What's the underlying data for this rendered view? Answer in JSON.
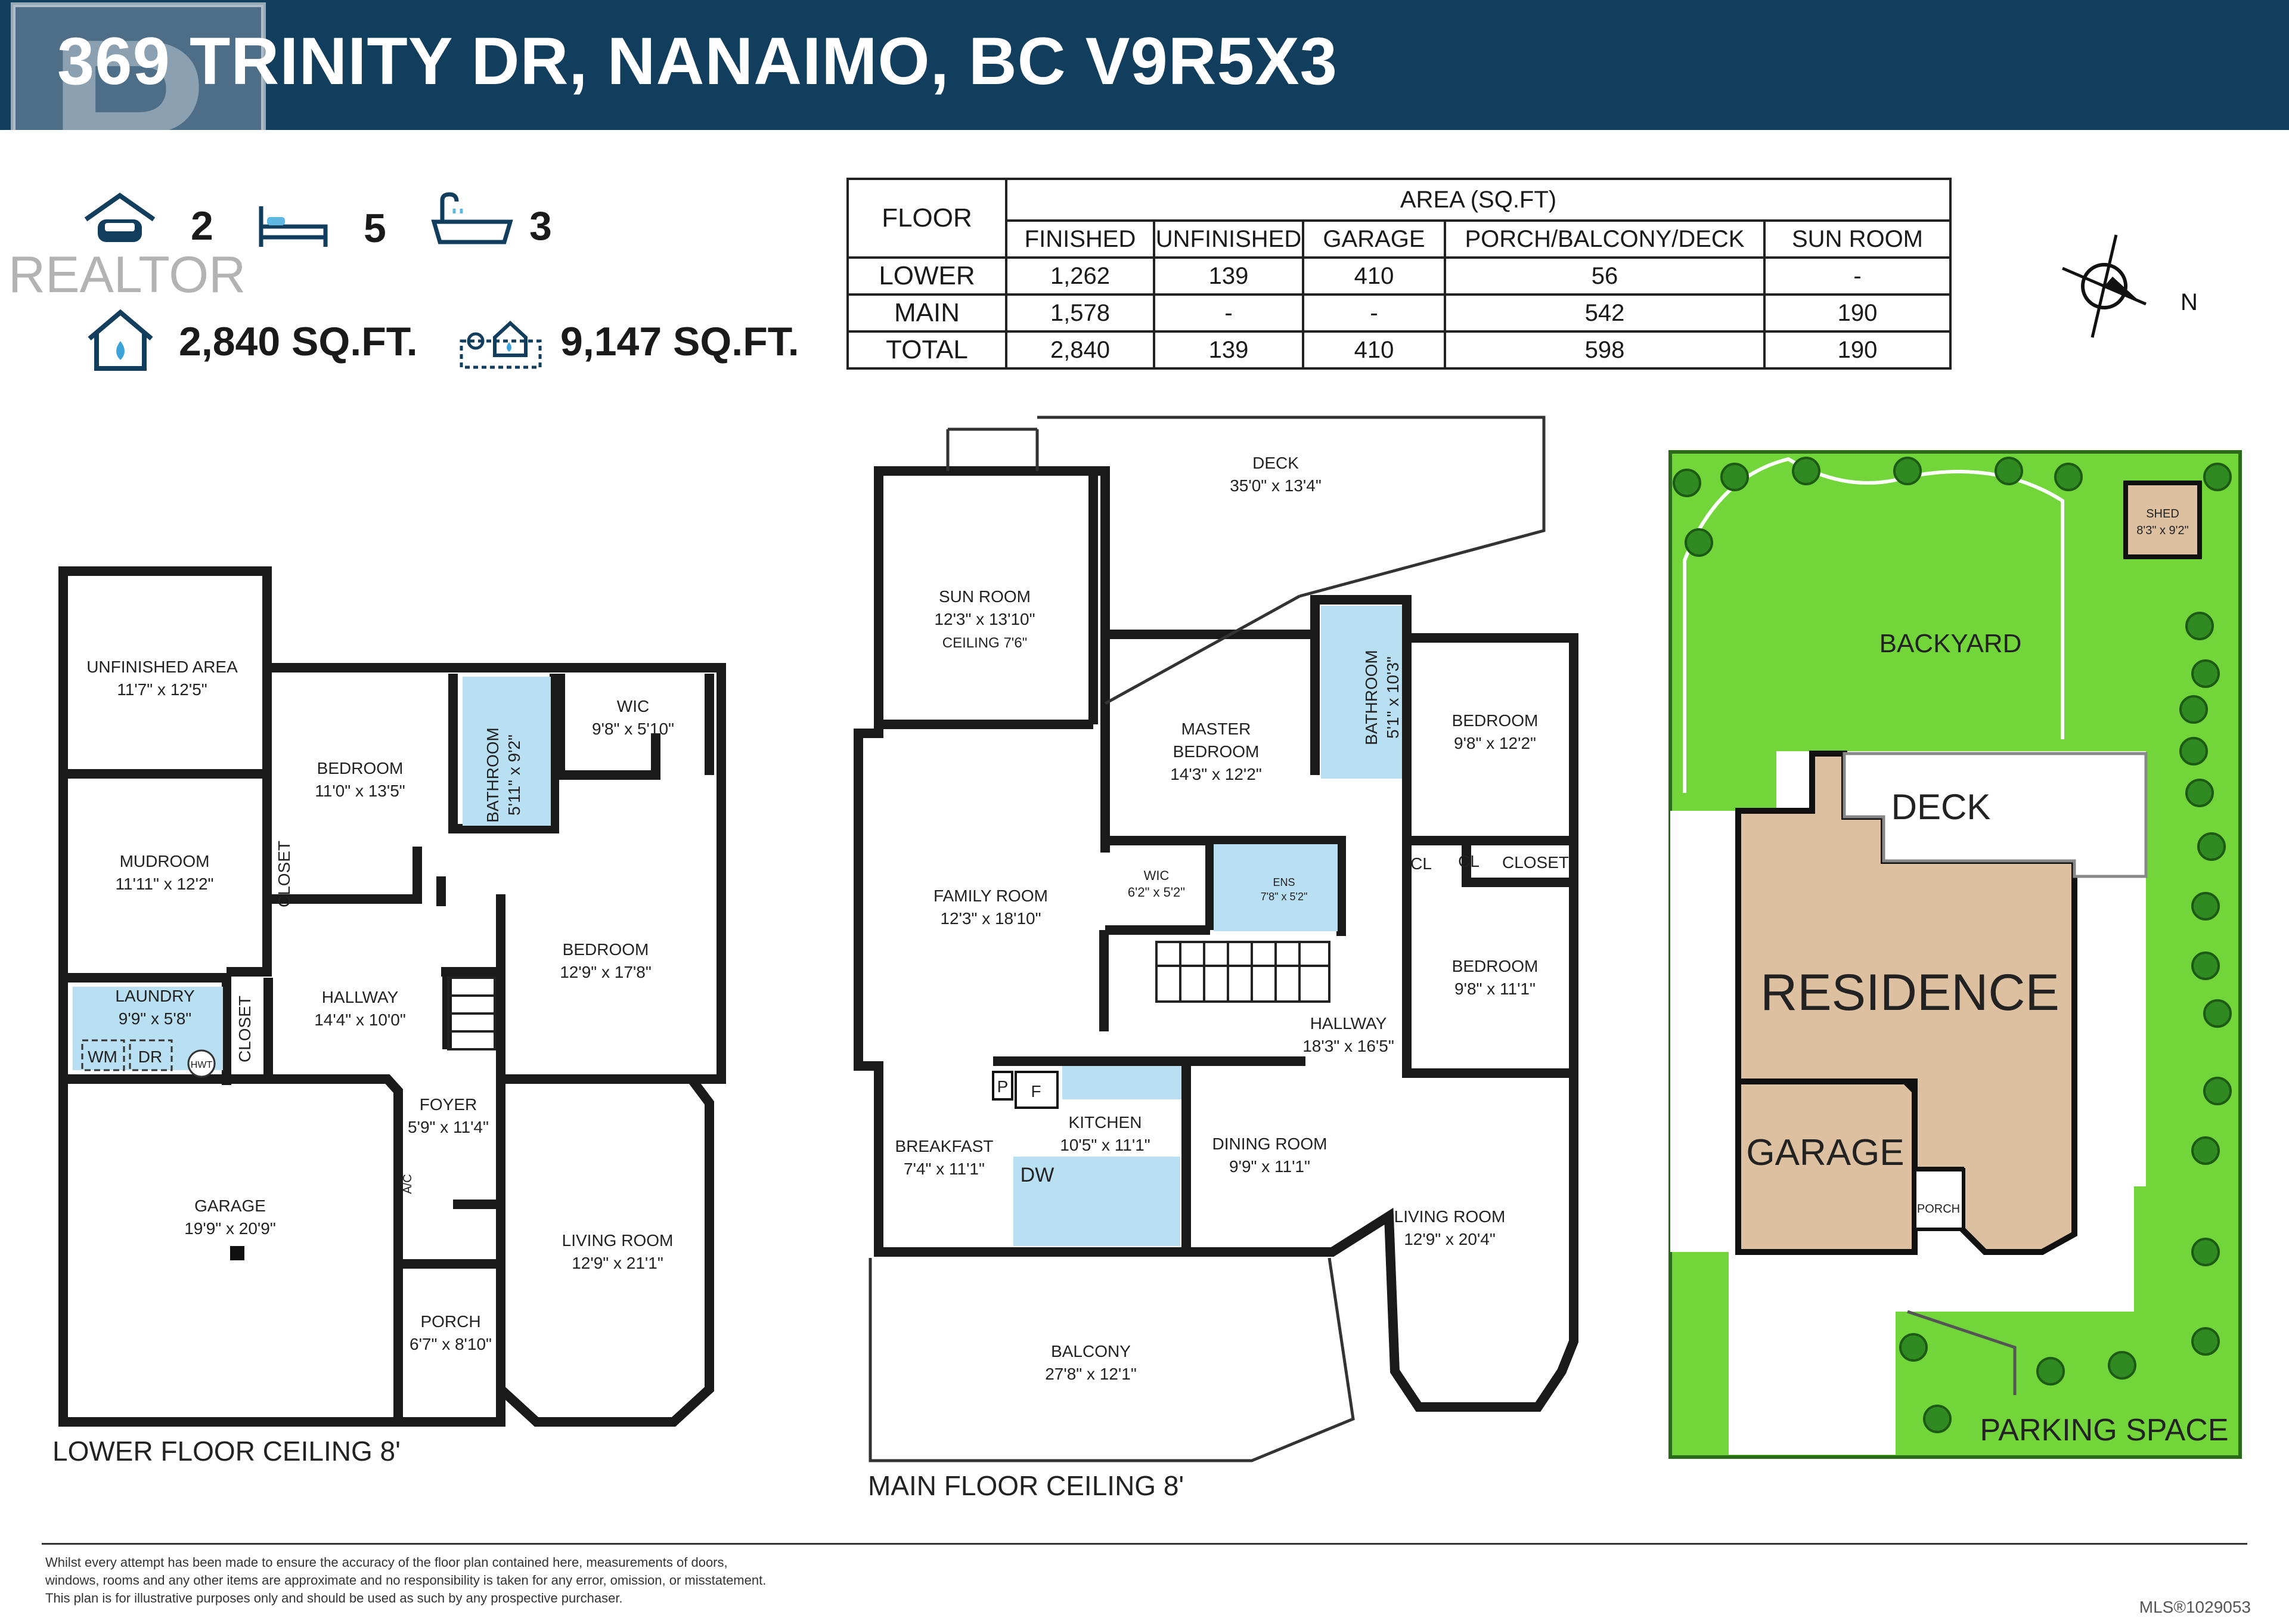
{
  "banner": {
    "title": "369 TRINITY DR, NANAIMO, BC  V9R5X3"
  },
  "logo": {
    "text": "REALTOR",
    "mark": "R"
  },
  "stats": {
    "garage": "2",
    "bedrooms": "5",
    "bathrooms": "3",
    "house_area": "2,840 SQ.FT.",
    "lot_area": "9,147 SQ.FT."
  },
  "icons": [
    "garage-icon",
    "bed-icon",
    "bathtub-icon",
    "house-icon",
    "lot-icon",
    "compass-icon"
  ],
  "table": {
    "floor_header": "FLOOR",
    "area_header": "AREA (SQ.FT)",
    "columns": [
      "FINISHED",
      "UNFINISHED",
      "GARAGE",
      "PORCH/BALCONY/DECK",
      "SUN ROOM"
    ],
    "rows": [
      {
        "floor": "LOWER",
        "cells": [
          "1,262",
          "139",
          "410",
          "56",
          "-"
        ]
      },
      {
        "floor": "MAIN",
        "cells": [
          "1,578",
          "-",
          "-",
          "542",
          "190"
        ]
      },
      {
        "floor": "TOTAL",
        "cells": [
          "2,840",
          "139",
          "410",
          "598",
          "190"
        ]
      }
    ]
  },
  "compass": {
    "label": "N"
  },
  "lower_floor": {
    "caption": "LOWER FLOOR   CEILING 8'",
    "rooms": [
      {
        "name": "UNFINISHED AREA",
        "dims": "11'7\" x 12'5\""
      },
      {
        "name": "BEDROOM",
        "dims": "11'0\" x 13'5\""
      },
      {
        "name": "BATHROOM",
        "dims": "5'11\" x 9'2\""
      },
      {
        "name": "WIC",
        "dims": "9'8\" x 5'10\""
      },
      {
        "name": "MUDROOM",
        "dims": "11'11\" x 12'2\""
      },
      {
        "name": "BEDROOM",
        "dims": "12'9\" x 17'8\""
      },
      {
        "name": "LAUNDRY",
        "dims": "9'9\" x 5'8\""
      },
      {
        "name": "HALLWAY",
        "dims": "14'4\" x 10'0\""
      },
      {
        "name": "FOYER",
        "dims": "5'9\" x 11'4\""
      },
      {
        "name": "GARAGE",
        "dims": "19'9\" x 20'9\""
      },
      {
        "name": "LIVING ROOM",
        "dims": "12'9\" x 21'1\""
      },
      {
        "name": "PORCH",
        "dims": "6'7\" x 8'10\""
      }
    ],
    "labels": {
      "closet": "CLOSET",
      "wm": "WM",
      "dr": "DR",
      "hwt": "HWT",
      "ac": "A/C"
    }
  },
  "main_floor": {
    "caption": "MAIN  FLOOR  CEILING 8'",
    "rooms": [
      {
        "name": "DECK",
        "dims": "35'0\" x 13'4\""
      },
      {
        "name": "SUN ROOM",
        "dims": "12'3\" x 13'10\"",
        "extra": "CEILING 7'6\""
      },
      {
        "name": "MASTER",
        "dims": "BEDROOM",
        "extra": "14'3\" x 12'2\""
      },
      {
        "name": "BATHROOM",
        "dims": "5'1\" x 10'3\""
      },
      {
        "name": "BEDROOM",
        "dims": "9'8\" x 12'2\""
      },
      {
        "name": "FAMILY ROOM",
        "dims": "12'3\" x 18'10\""
      },
      {
        "name": "WIC",
        "dims": "6'2\" x 5'2\""
      },
      {
        "name": "ENS",
        "dims": "7'8\" x 5'2\""
      },
      {
        "name": "BEDROOM",
        "dims": "9'8\" x 11'1\""
      },
      {
        "name": "HALLWAY",
        "dims": "18'3\" x 16'5\""
      },
      {
        "name": "BREAKFAST",
        "dims": "7'4\" x 11'1\""
      },
      {
        "name": "KITCHEN",
        "dims": "10'5\" x 11'1\""
      },
      {
        "name": "DINING ROOM",
        "dims": "9'9\" x 11'1\""
      },
      {
        "name": "LIVING ROOM",
        "dims": "12'9\" x 20'4\""
      },
      {
        "name": "BALCONY",
        "dims": "27'8\" x 12'1\""
      }
    ],
    "labels": {
      "cl": "CL",
      "closet": "CLOSET",
      "p": "P",
      "f": "F",
      "dw": "DW"
    }
  },
  "site_plan": {
    "shed": "SHED",
    "shed_dims": "8'3\" x 9'2\"",
    "backyard": "BACKYARD",
    "deck": "DECK",
    "residence": "RESIDENCE",
    "garage": "GARAGE",
    "porch": "PORCH",
    "parking": "PARKING SPACE"
  },
  "colors": {
    "banner": "#123e5e",
    "grass": "#72d63a",
    "building": "#dcc09f",
    "bathroom": "#b8dff2",
    "wall": "#1a1a1a"
  },
  "footer": {
    "line1": "Whilst every attempt has been made to ensure the accuracy of the floor plan contained here, measurements of doors,",
    "line2": "windows, rooms and any other items are approximate and no responsibility is taken for any error, omission, or misstatement.",
    "line3": "This plan is for illustrative purposes only and should be used as such by any prospective purchaser.",
    "mls": "MLS®1029053"
  }
}
